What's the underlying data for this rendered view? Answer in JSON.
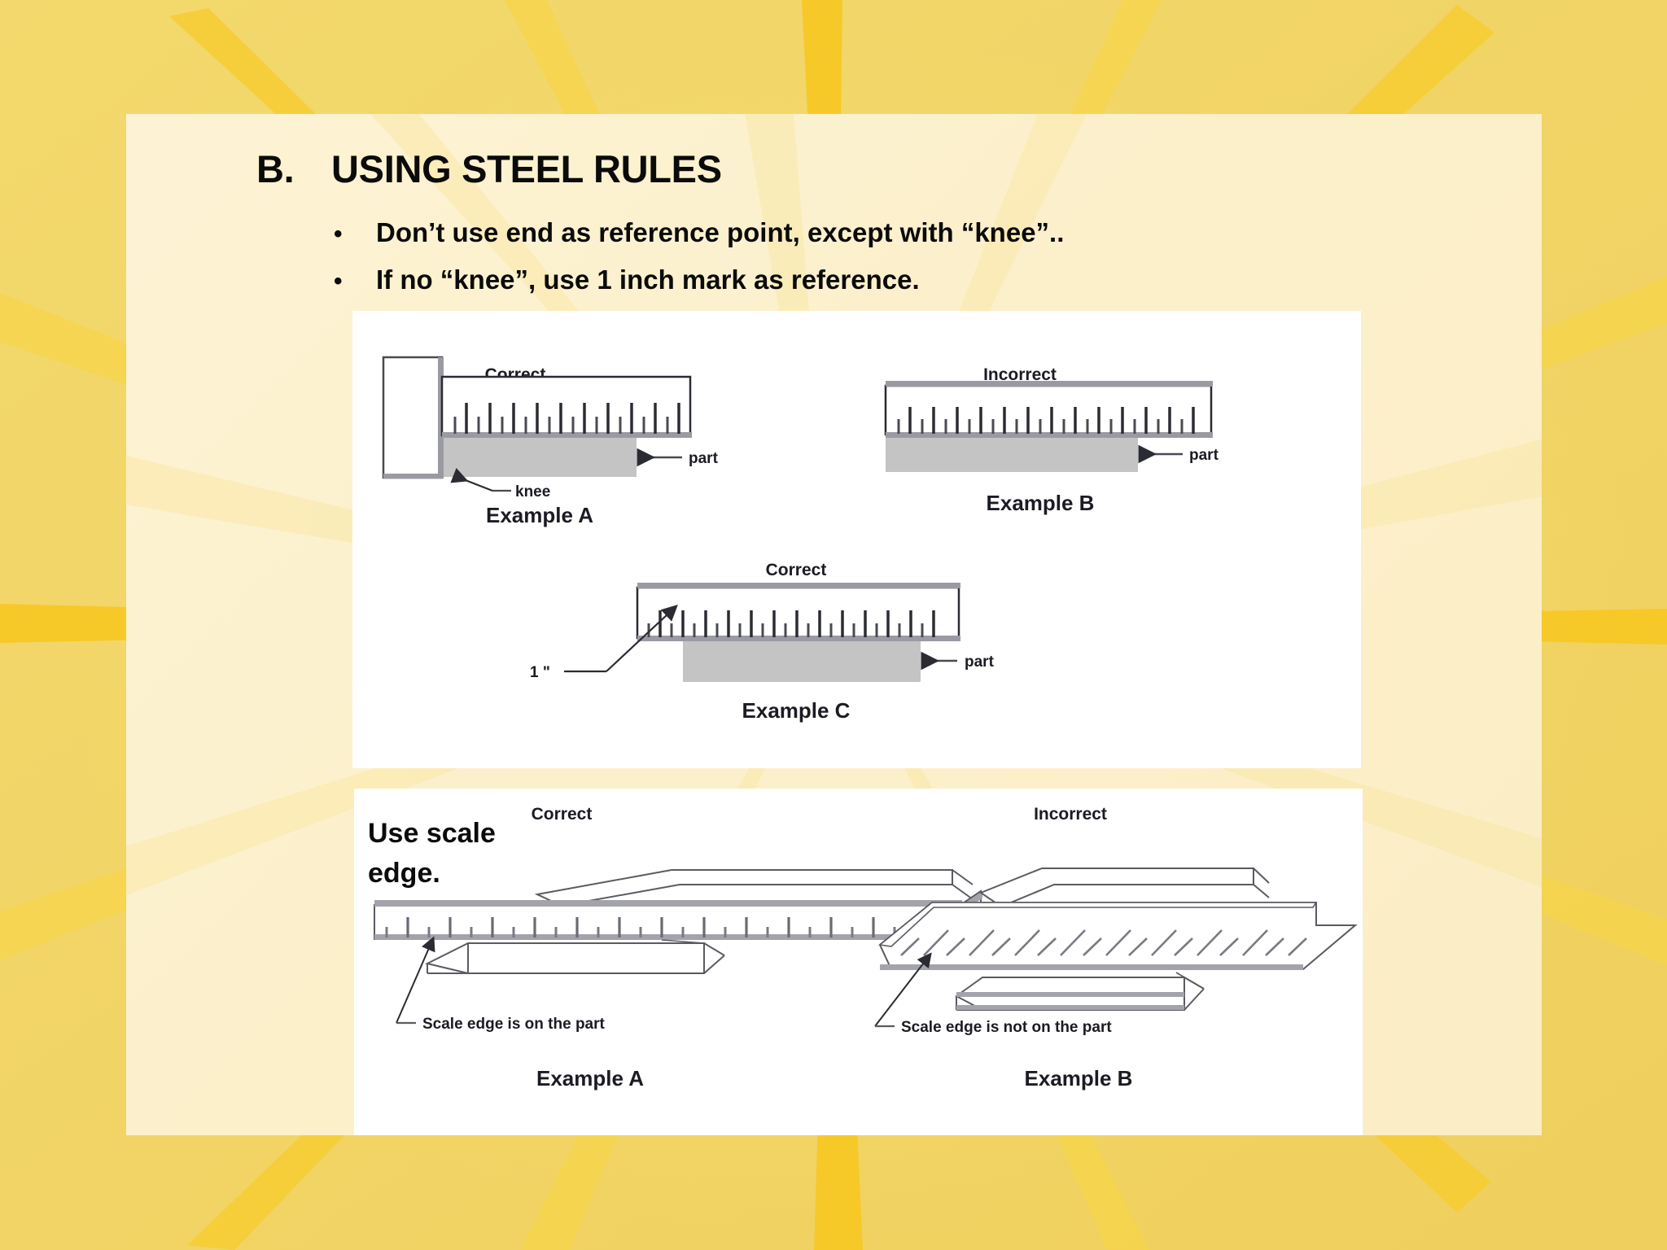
{
  "slide": {
    "background_color": "#f2d669",
    "panel_color": "#fdf3d4",
    "figure_panel_color": "#ffffff",
    "text_color": "#0b0b0b"
  },
  "heading": {
    "letter": "B.",
    "title": "USING STEEL RULES"
  },
  "bullets": [
    {
      "marker": "•",
      "text": "Don’t use end as reference point, except with “knee”.."
    },
    {
      "marker": "•",
      "text": "If no “knee”, use 1 inch mark as reference."
    }
  ],
  "figure_top": {
    "example_a": {
      "status": "Correct",
      "caption": "Example A",
      "labels": {
        "part": "part",
        "knee": "knee"
      }
    },
    "example_b": {
      "status": "Incorrect",
      "caption": "Example B",
      "labels": {
        "part": "part"
      }
    },
    "example_c": {
      "status": "Correct",
      "caption": "Example C",
      "labels": {
        "part": "part",
        "inch": "1 \""
      }
    }
  },
  "figure_bottom": {
    "note": "Use scale\nedge.",
    "example_a": {
      "status": "Correct",
      "caption": "Example A",
      "labels": {
        "callout": "Scale edge is on the part"
      }
    },
    "example_b": {
      "status": "Incorrect",
      "caption": "Example B",
      "labels": {
        "callout": "Scale edge is not on the part"
      }
    }
  }
}
